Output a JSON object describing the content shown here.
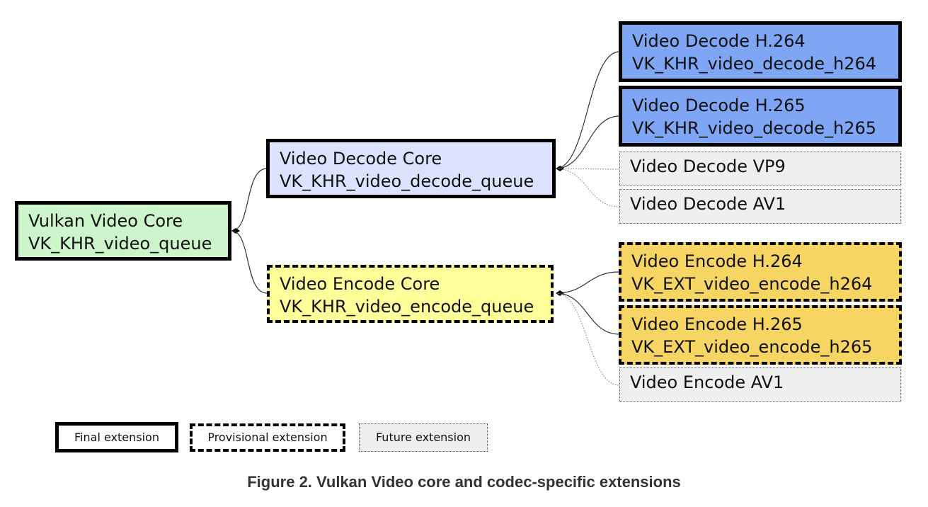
{
  "colors": {
    "core": "#ccf5cc",
    "decode_core": "#dde3ff",
    "decode_codec": "#7fa6f4",
    "encode_core": "#ffff99",
    "encode_codec": "#f6d562",
    "future": "#efefef"
  },
  "nodes": {
    "vulkan_core": {
      "title": "Vulkan Video Core",
      "ext": "VK_KHR_video_queue"
    },
    "decode_core": {
      "title": "Video Decode Core",
      "ext": "VK_KHR_video_decode_queue"
    },
    "encode_core": {
      "title": "Video Encode Core",
      "ext": "VK_KHR_video_encode_queue"
    },
    "decode_h264": {
      "title": "Video Decode H.264",
      "ext": "VK_KHR_video_decode_h264"
    },
    "decode_h265": {
      "title": "Video Decode H.265",
      "ext": "VK_KHR_video_decode_h265"
    },
    "decode_vp9": {
      "title": "Video Decode VP9"
    },
    "decode_av1": {
      "title": "Video Decode AV1"
    },
    "encode_h264": {
      "title": "Video Encode H.264",
      "ext": "VK_EXT_video_encode_h264"
    },
    "encode_h265": {
      "title": "Video Encode H.265",
      "ext": "VK_EXT_video_encode_h265"
    },
    "encode_av1": {
      "title": "Video Encode AV1"
    }
  },
  "legend": {
    "final": "Final extension",
    "provisional": "Provisional extension",
    "future": "Future extension"
  },
  "caption": "Figure 2. Vulkan Video core and codec-specific extensions"
}
